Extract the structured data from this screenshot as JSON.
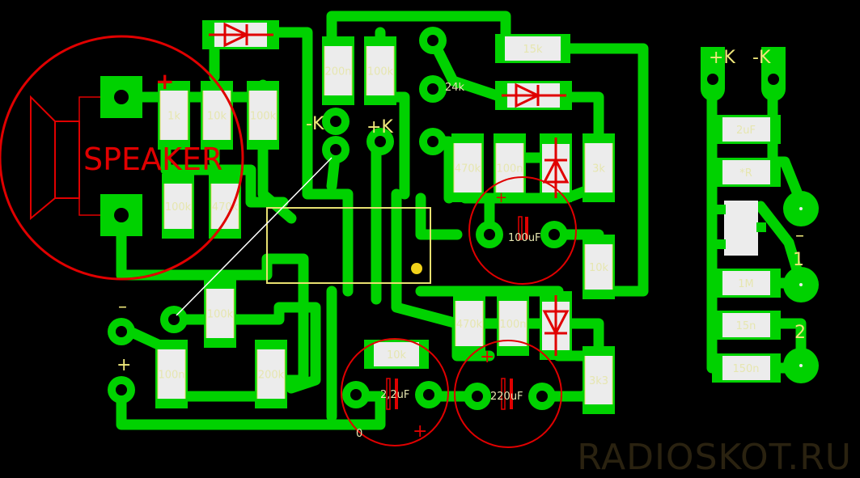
{
  "colors": {
    "trace": "#00d200",
    "pad_hole": "#000000",
    "silk_red": "#e00000",
    "silk_yellow": "#e8e070",
    "component_body": "#ececec",
    "background": "#000000",
    "watermark": "#2a2210"
  },
  "speaker": {
    "label": "SPEAKER",
    "plus": "+"
  },
  "resistors": [
    {
      "id": "r1k",
      "label": "1k"
    },
    {
      "id": "r10k_a",
      "label": "10k"
    },
    {
      "id": "r100k_a",
      "label": "100k"
    },
    {
      "id": "r100k_b",
      "label": "100k"
    },
    {
      "id": "r470k_a",
      "label": "470k"
    },
    {
      "id": "c200n",
      "label": "200n"
    },
    {
      "id": "r100k_c",
      "label": "100k"
    },
    {
      "id": "r15k",
      "label": "15k"
    },
    {
      "id": "r24k",
      "label": "24k"
    },
    {
      "id": "r470k_b",
      "label": "470k"
    },
    {
      "id": "c100n_a",
      "label": "100n"
    },
    {
      "id": "r3k",
      "label": "3k"
    },
    {
      "id": "r10k_b",
      "label": "10k"
    },
    {
      "id": "r100k_d",
      "label": "100k"
    },
    {
      "id": "c100n_b",
      "label": "100n"
    },
    {
      "id": "r200k",
      "label": "200k"
    },
    {
      "id": "r10k_c",
      "label": "10k"
    },
    {
      "id": "r470k_c",
      "label": "470k"
    },
    {
      "id": "c100n_c",
      "label": "100n"
    },
    {
      "id": "r3k3",
      "label": "3k3"
    }
  ],
  "capacitors": [
    {
      "id": "c100uf",
      "label": "100uF",
      "plus": "+"
    },
    {
      "id": "c2u2",
      "label": "2,2uF",
      "plus": "+",
      "zero": "0"
    },
    {
      "id": "c220uf",
      "label": "220uF",
      "plus": "+"
    }
  ],
  "terminals": {
    "minus_k": "-K",
    "plus_k": "+K",
    "minus": "–",
    "plus": "+"
  },
  "right_panel": {
    "plus_k": "+K",
    "minus_k": "-K",
    "c2uf": "2uF",
    "r_star": "*R",
    "r1m": "1M",
    "c15n": "15n",
    "c150n": "150n",
    "minus": "–",
    "one": "1",
    "two": "2"
  },
  "watermark": "RADIOSKOT.RU"
}
